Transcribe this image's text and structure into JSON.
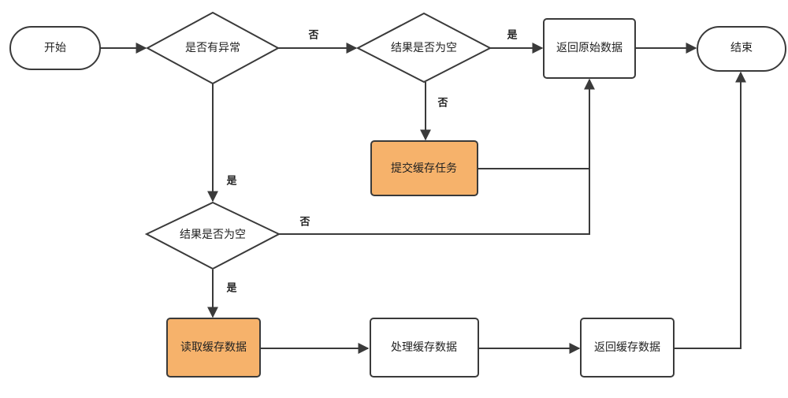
{
  "nodes": {
    "start": "开始",
    "check_exception": "是否有异常",
    "check_empty_top": "结果是否为空",
    "return_original": "返回原始数据",
    "end": "结束",
    "submit_cache_task": "提交缓存任务",
    "check_empty_bottom": "结果是否为空",
    "read_cache": "读取缓存数据",
    "process_cache": "处理缓存数据",
    "return_cache": "返回缓存数据"
  },
  "edge_labels": {
    "exception_no": "否",
    "top_empty_yes": "是",
    "top_empty_no": "否",
    "exception_yes": "是",
    "bottom_empty_no": "否",
    "bottom_empty_yes": "是"
  },
  "colors": {
    "highlight_fill": "#f6b26b",
    "stroke": "#3a3a3a",
    "background": "#ffffff"
  }
}
